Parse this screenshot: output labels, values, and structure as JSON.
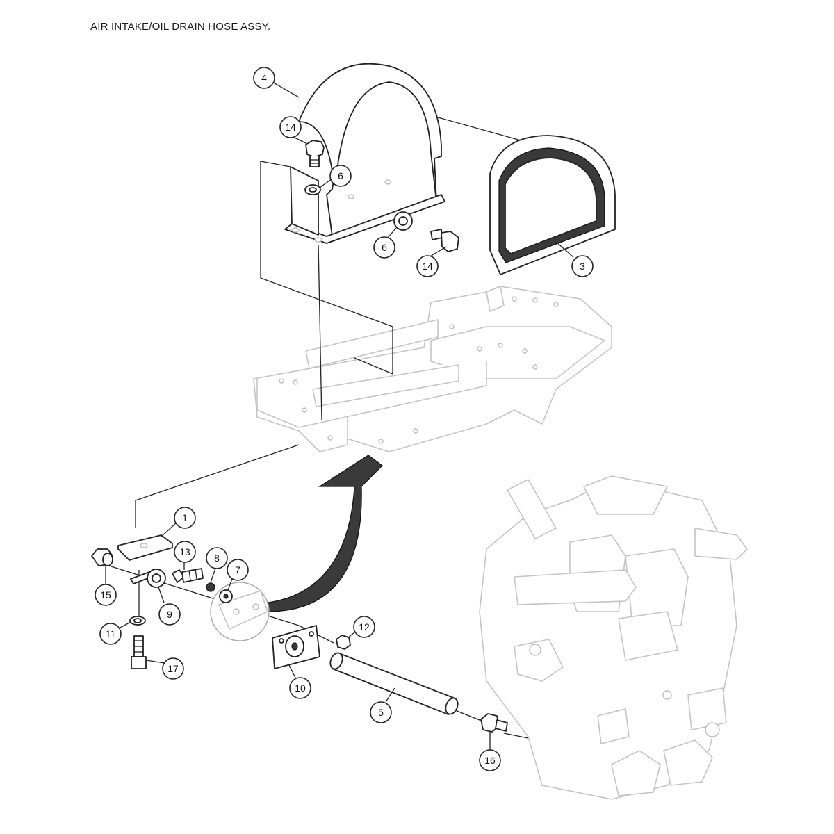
{
  "title": "AIR INTAKE/OIL DRAIN HOSE ASSY.",
  "callouts": [
    {
      "id": "c4",
      "label": "4"
    },
    {
      "id": "c14a",
      "label": "14"
    },
    {
      "id": "c6a",
      "label": "6"
    },
    {
      "id": "c6b",
      "label": "6"
    },
    {
      "id": "c14b",
      "label": "14"
    },
    {
      "id": "c3",
      "label": "3"
    },
    {
      "id": "c1",
      "label": "1"
    },
    {
      "id": "c13",
      "label": "13"
    },
    {
      "id": "c8",
      "label": "8"
    },
    {
      "id": "c7",
      "label": "7"
    },
    {
      "id": "c15",
      "label": "15"
    },
    {
      "id": "c9",
      "label": "9"
    },
    {
      "id": "c11",
      "label": "11"
    },
    {
      "id": "c17",
      "label": "17"
    },
    {
      "id": "c12",
      "label": "12"
    },
    {
      "id": "c10",
      "label": "10"
    },
    {
      "id": "c5",
      "label": "5"
    },
    {
      "id": "c16",
      "label": "16"
    }
  ]
}
